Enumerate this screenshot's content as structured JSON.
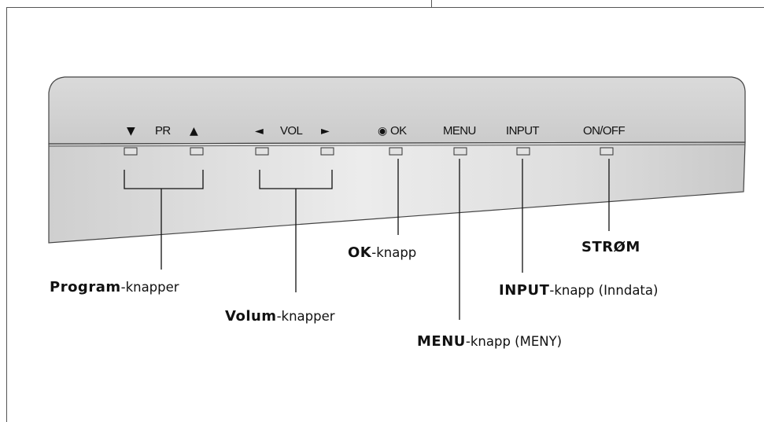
{
  "panel": {
    "pr_down_glyph": "▼",
    "pr_label": "PR",
    "pr_up_glyph": "▲",
    "vol_left_glyph": "◄",
    "vol_label": "VOL",
    "vol_right_glyph": "►",
    "ok_glyph": "◉",
    "ok_label": "OK",
    "menu_label": "MENU",
    "input_label": "INPUT",
    "onoff_label": "ON/OFF"
  },
  "callouts": {
    "program": {
      "bold": "Program",
      "rest": "-knapper"
    },
    "volume": {
      "bold": "Volum",
      "rest": "-knapper"
    },
    "ok": {
      "bold": "OK",
      "rest": "-knapp"
    },
    "menu": {
      "bold": "MENU",
      "rest": "-knapp (MENY)"
    },
    "input": {
      "bold": "INPUT",
      "rest": "-knapp (Inndata)"
    },
    "power": {
      "bold": "STRØM",
      "rest": ""
    }
  }
}
